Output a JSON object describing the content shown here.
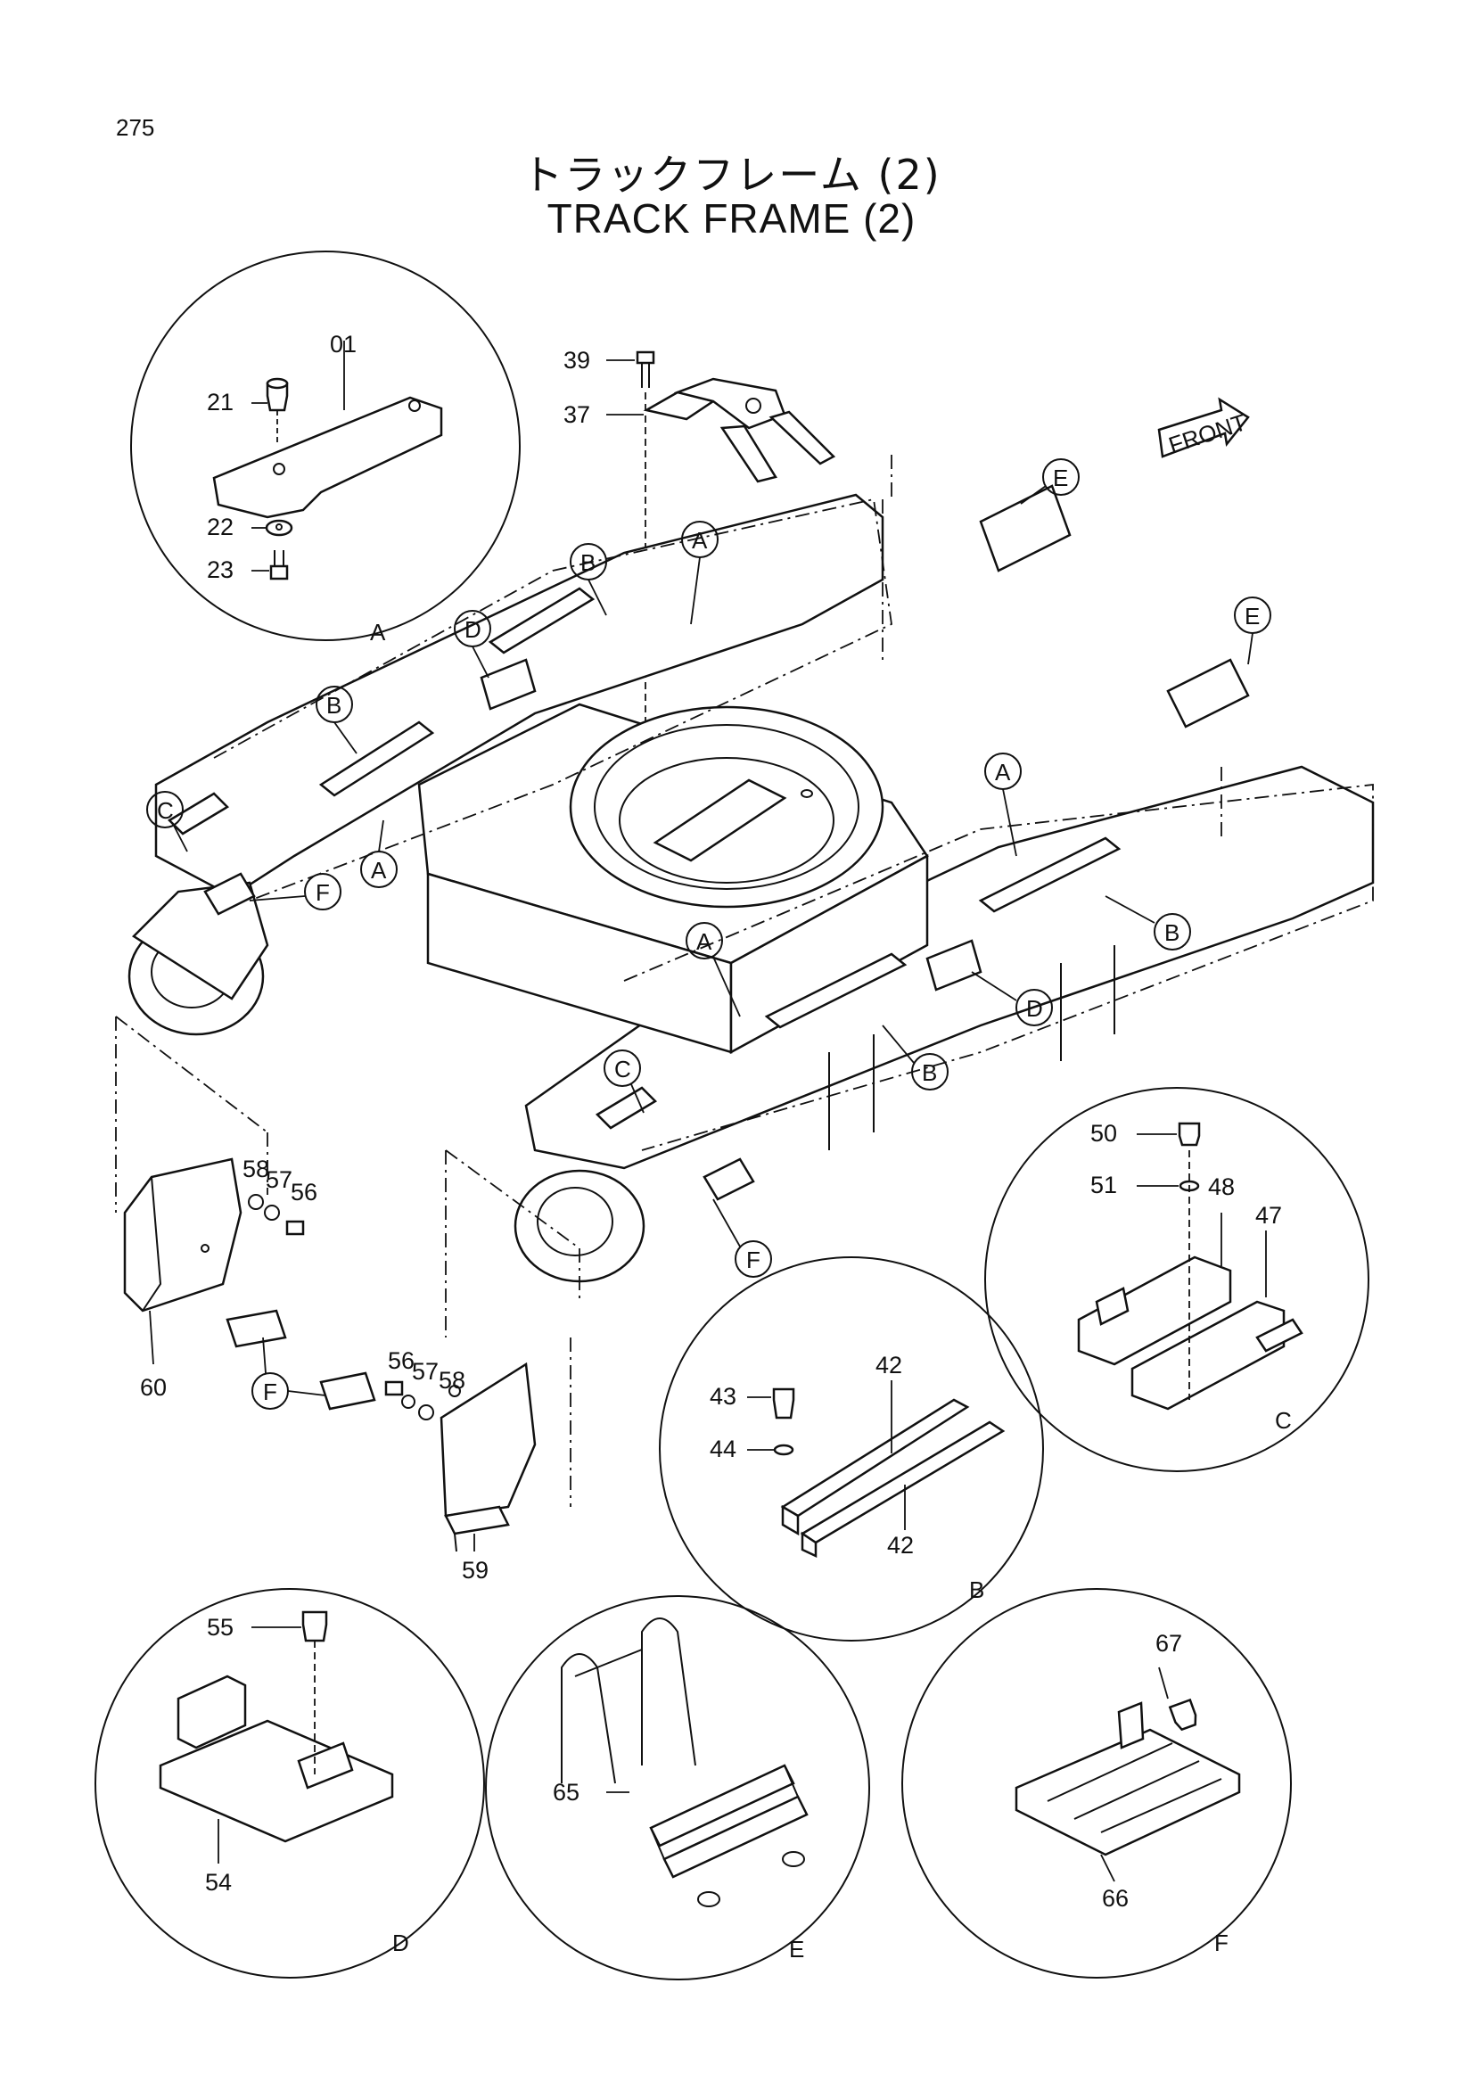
{
  "page_number": "275",
  "title_jp": "トラックフレーム (2)",
  "title_en": "TRACK FRAME (2)",
  "front_arrow_label": "FRONT",
  "callouts": {
    "A": "A",
    "B": "B",
    "C": "C",
    "D": "D",
    "E": "E",
    "F": "F"
  },
  "part_labels": {
    "p01": "01",
    "p21": "21",
    "p22": "22",
    "p23": "23",
    "p37": "37",
    "p39": "39",
    "p42a": "42",
    "p42b": "42",
    "p43": "43",
    "p44": "44",
    "p47": "47",
    "p48": "48",
    "p50": "50",
    "p51": "51",
    "p54": "54",
    "p55": "55",
    "p56a": "56",
    "p57a": "57",
    "p58a": "58",
    "p56b": "56",
    "p57b": "57",
    "p58b": "58",
    "p59": "59",
    "p60": "60",
    "p65": "65",
    "p66": "66",
    "p67": "67"
  }
}
